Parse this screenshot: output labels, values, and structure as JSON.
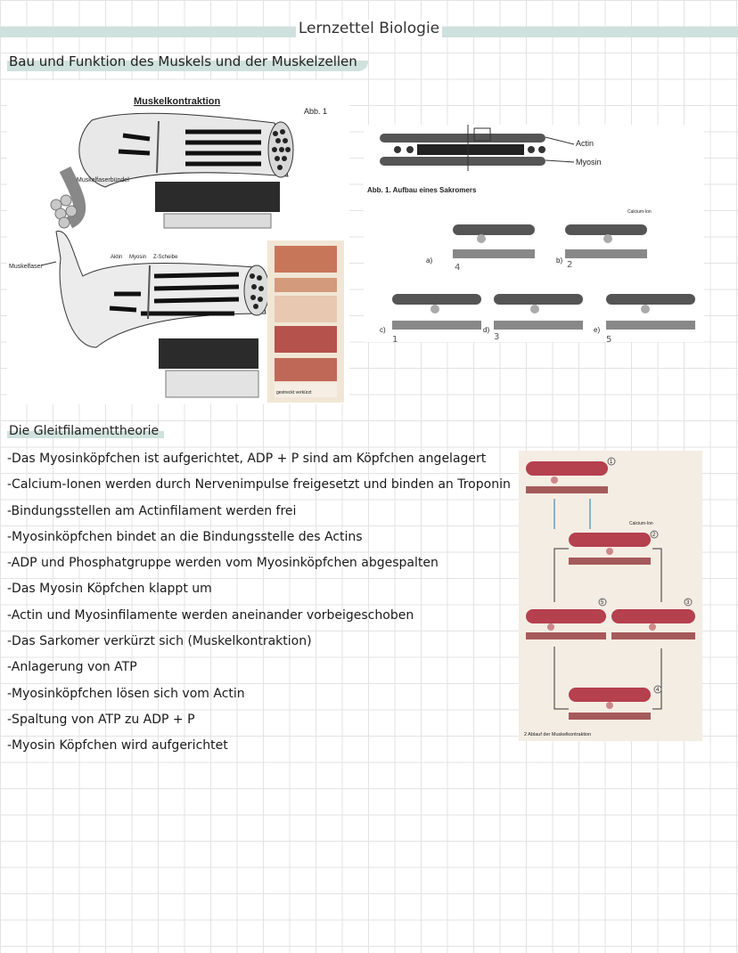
{
  "page": {
    "title": "Lernzettel Biologie",
    "section_title": "Bau und Funktion des Muskels und der Muskelzellen"
  },
  "figure_muscle": {
    "title": "Muskelkontraktion",
    "abb": "Abb. 1",
    "label_bundle": "Muskelfaserbündel",
    "label_fiber": "Muskelfaser",
    "label_actin": "Aktin",
    "label_myosin": "Myosin",
    "label_zdisc": "Z-Scheibe",
    "photo_caption": "gestreckt  verkürzt"
  },
  "figure_sarcomere": {
    "legend_actin": "Actin",
    "legend_myosin": "Myosin",
    "caption": "Abb. 1. Aufbau eines Sakromers",
    "calcium_label": "Calcium-Ion",
    "panels": [
      {
        "letter": "a)",
        "order": "4"
      },
      {
        "letter": "b)",
        "order": "2"
      },
      {
        "letter": "c)",
        "order": "1"
      },
      {
        "letter": "d)",
        "order": "3"
      },
      {
        "letter": "e)",
        "order": "5"
      }
    ]
  },
  "theory": {
    "heading": "Die Gleitfilamenttheorie",
    "steps": [
      "-Das Myosinköpfchen ist aufgerichtet, ADP + P sind am Köpfchen angelagert",
      "-Calcium-Ionen werden durch Nervenimpulse freigesetzt und binden an Troponin",
      "-Bindungsstellen am Actinfilament werden frei",
      "-Myosinköpfchen bindet an die Bindungsstelle des Actins",
      "-ADP und Phosphatgruppe werden vom Myosinköpfchen abgespalten",
      "-Das Myosin Köpfchen klappt um",
      "-Actin und Myosinfilamente werden aneinander vorbeigeschoben",
      "-Das Sarkomer verkürzt sich (Muskelkontraktion)",
      "-Anlagerung von ATP",
      "-Myosinköpfchen lösen sich vom Actin",
      "-Spaltung von ATP zu ADP + P",
      "-Myosin Köpfchen wird aufgerichtet"
    ]
  },
  "figure_cycle": {
    "calcium_label": "Calcium-Ion",
    "step_numbers": [
      "1",
      "2",
      "3",
      "4",
      "5"
    ],
    "caption": "2  Ablauf der Muskelkontraktion"
  }
}
